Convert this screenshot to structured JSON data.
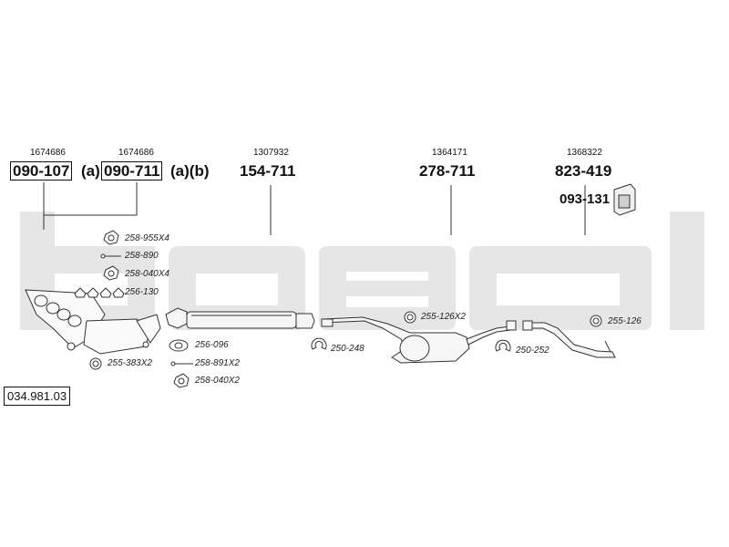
{
  "diagram": {
    "catalog_number": "034.981.03",
    "groups": [
      {
        "ref": "1674686",
        "part": "090-107",
        "suffix": "(a)"
      },
      {
        "ref": "1674686",
        "part": "090-711",
        "suffix": "(a)(b)"
      },
      {
        "ref": "1307932",
        "part": "154-711",
        "suffix": ""
      },
      {
        "ref": "1364171",
        "part": "278-711",
        "suffix": ""
      },
      {
        "ref": "1368322",
        "part": "823-419",
        "suffix": ""
      }
    ],
    "bracket_part": "093-131",
    "accessories": [
      "258-955X4",
      "258-890",
      "258-040X4",
      "256-130",
      "255-383X2",
      "256-096",
      "258-891X2",
      "258-040X2",
      "250-248",
      "255-126X2",
      "250-252",
      "255-126"
    ]
  }
}
